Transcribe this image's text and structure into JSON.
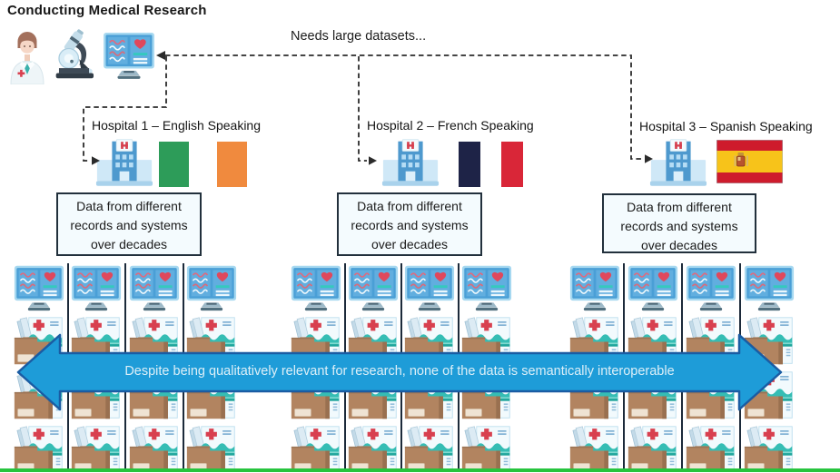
{
  "title": "Conducting Medical Research",
  "top_note": "Needs large datasets...",
  "researcher_icons": [
    "doctor-icon",
    "microscope-icon",
    "medical-monitor-icon"
  ],
  "hospitals": [
    {
      "label": "Hospital 1 – English Speaking",
      "flag": "ireland-flag",
      "databox_lines": [
        "Data from different",
        "records and systems",
        "over decades"
      ]
    },
    {
      "label": "Hospital 2 – French Speaking",
      "flag": "france-flag",
      "databox_lines": [
        "Data from different",
        "records and systems",
        "over decades"
      ]
    },
    {
      "label": "Hospital 3 – Spanish Speaking",
      "flag": "spain-flag",
      "databox_lines": [
        "Data from different",
        "records and systems",
        "over decades"
      ]
    }
  ],
  "arrow_text": "Despite being qualitatively relevant for research, none of the data is semantically interoperable",
  "records": {
    "groups": 3,
    "columns_per_group": 4,
    "boxes_per_column": 3,
    "monitor_icon": "medical-monitor-icon",
    "box_icon": "records-box-icon"
  },
  "colors": {
    "arrow_fill": "#1E9CD8",
    "arrow_border": "#1A5CA3",
    "green_line": "#26C43E",
    "separator": "#1C2A3A",
    "dashed_line": "#2b2b2b",
    "ireland": [
      "#2D9C59",
      "#FFFFFF",
      "#F08A3E"
    ],
    "france": [
      "#1E2347",
      "#FFFFFF",
      "#D92638"
    ],
    "spain": [
      "#CE1B2C",
      "#F7C31A"
    ]
  }
}
